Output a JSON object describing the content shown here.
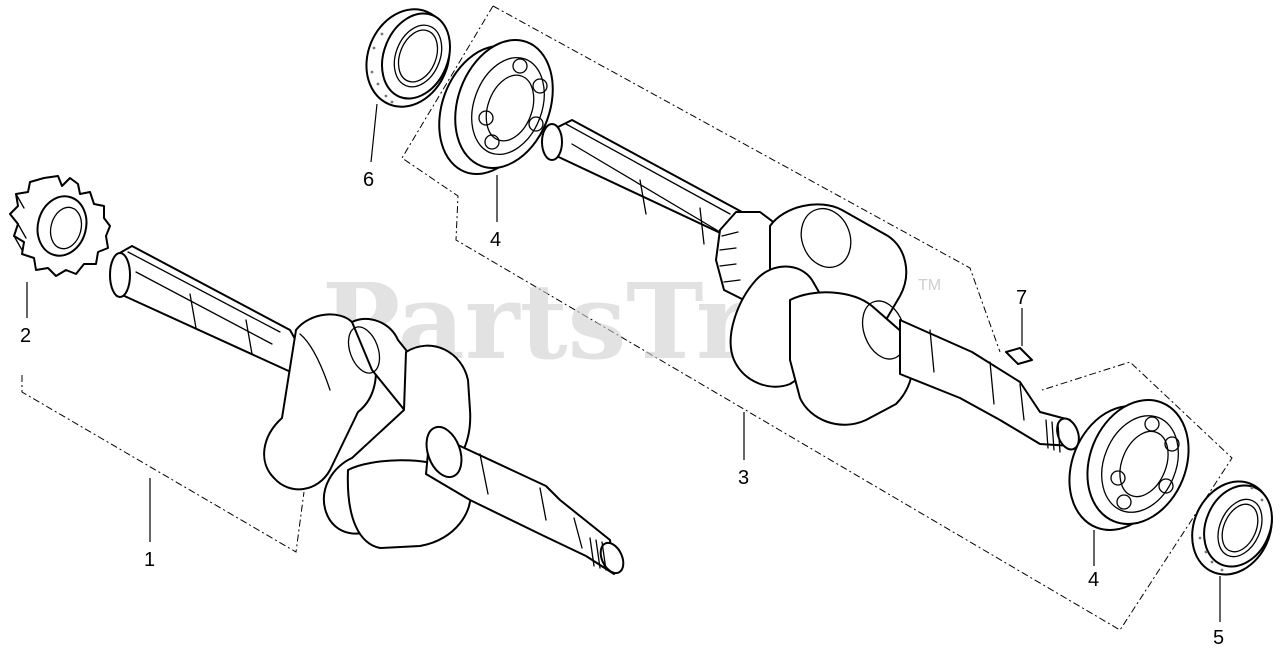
{
  "watermark": {
    "text": "PartsTree",
    "trademark": "TM"
  },
  "callouts": [
    {
      "id": "1",
      "label": "1"
    },
    {
      "id": "2",
      "label": "2"
    },
    {
      "id": "3",
      "label": "3"
    },
    {
      "id": "4a",
      "label": "4"
    },
    {
      "id": "4b",
      "label": "4"
    },
    {
      "id": "5",
      "label": "5"
    },
    {
      "id": "6",
      "label": "6"
    },
    {
      "id": "7",
      "label": "7"
    }
  ],
  "parts": [
    {
      "callout": "1",
      "icon": "crankshaft-icon"
    },
    {
      "callout": "2",
      "icon": "timing-gear-icon"
    },
    {
      "callout": "3",
      "icon": "crankshaft-assembly-icon"
    },
    {
      "callout": "4",
      "icon": "ball-bearing-icon"
    },
    {
      "callout": "5",
      "icon": "oil-seal-icon"
    },
    {
      "callout": "6",
      "icon": "oil-seal-icon"
    },
    {
      "callout": "7",
      "icon": "woodruff-key-icon"
    }
  ]
}
